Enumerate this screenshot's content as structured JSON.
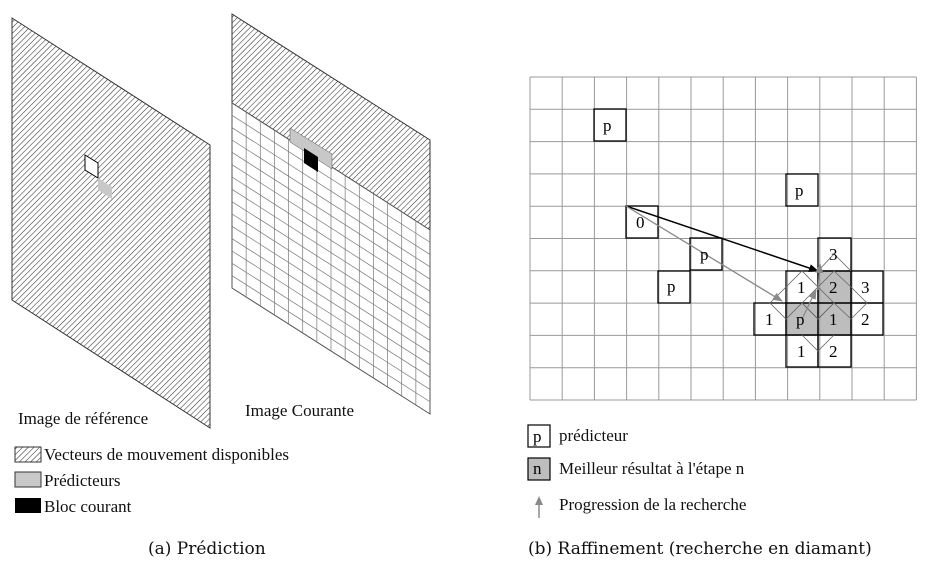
{
  "panel_a": {
    "ref_image_label": "Image de référence",
    "cur_image_label": "Image Courante",
    "legend": {
      "available_vectors": "Vecteurs de mouvement disponibles",
      "predictors": "Prédicteurs",
      "current_block": "Bloc courant"
    },
    "caption": "(a)  Prédiction"
  },
  "panel_b": {
    "cells": {
      "p1": "p",
      "p2": "p",
      "p3": "p",
      "p4": "p",
      "pc": "p",
      "zero": "0",
      "n1a": "1",
      "n1b": "1",
      "n1c": "1",
      "n1d": "1",
      "n2a": "2",
      "n2b": "2",
      "n2c": "2",
      "n3a": "3",
      "n3b": "3"
    },
    "legend": {
      "predictor_symbol": "p",
      "predictor_text": "prédicteur",
      "best_symbol": "n",
      "best_text": "Meilleur résultat à l'étape n",
      "progress_text": "Progression de la recherche"
    },
    "caption": "(b)  Raffinement (recherche en diamant)"
  },
  "colors": {
    "predictor_fill": "#c8c8c8",
    "best_fill": "#bdbdbd",
    "current_block": "#000000",
    "arrow_gray": "#8a8a8a"
  }
}
